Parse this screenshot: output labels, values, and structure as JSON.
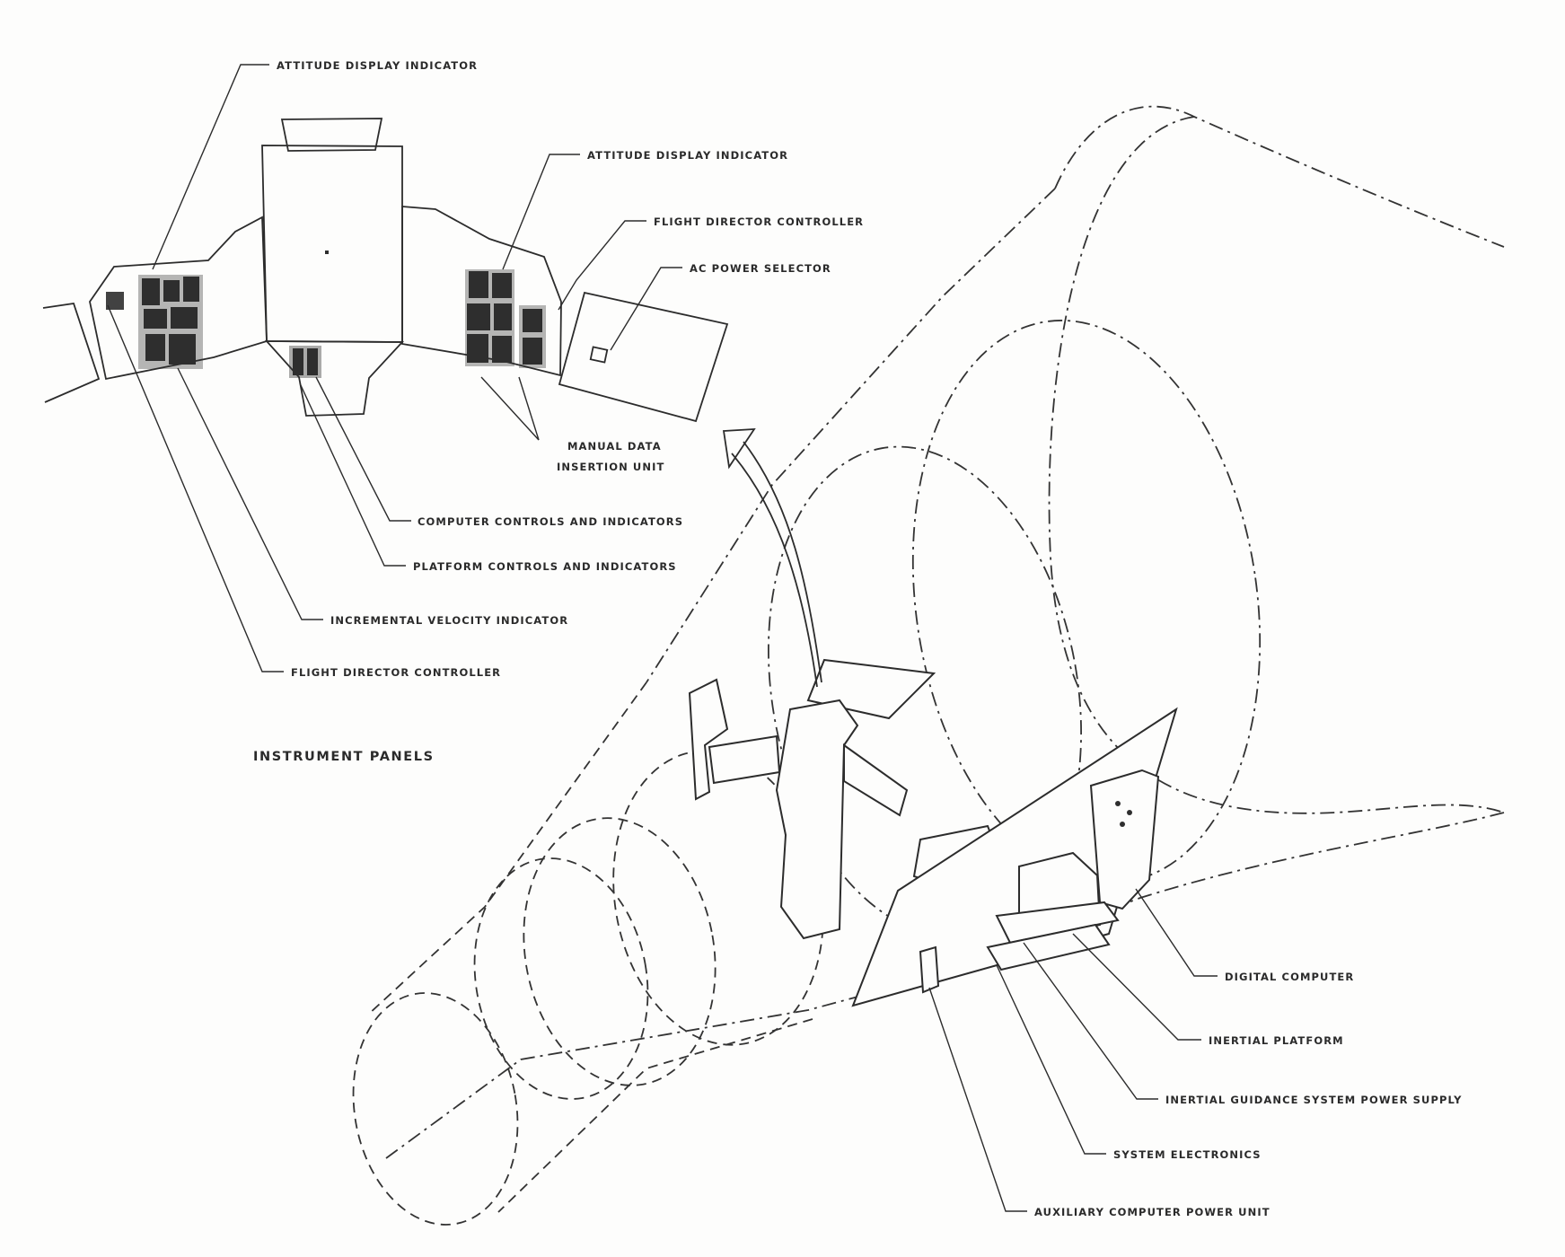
{
  "panel_labels": {
    "attitude_display_left": "ATTITUDE DISPLAY INDICATOR",
    "attitude_display_right": "ATTITUDE DISPLAY INDICATOR",
    "flight_director_top": "FLIGHT DIRECTOR CONTROLLER",
    "ac_power_selector": "AC POWER SELECTOR",
    "manual_data_line1": "MANUAL DATA",
    "manual_data_line2": "INSERTION UNIT",
    "computer_controls": "COMPUTER CONTROLS AND INDICATORS",
    "platform_controls": "PLATFORM CONTROLS AND INDICATORS",
    "incremental_velocity": "INCREMENTAL VELOCITY INDICATOR",
    "flight_director_bottom": "FLIGHT DIRECTOR CONTROLLER"
  },
  "section_title": "INSTRUMENT PANELS",
  "equipment_labels": {
    "digital_computer": "DIGITAL COMPUTER",
    "inertial_platform": "INERTIAL PLATFORM",
    "igs_power_supply": "INERTIAL GUIDANCE SYSTEM POWER SUPPLY",
    "system_electronics": "SYSTEM ELECTRONICS",
    "aux_computer_power": "AUXILIARY COMPUTER POWER UNIT"
  }
}
